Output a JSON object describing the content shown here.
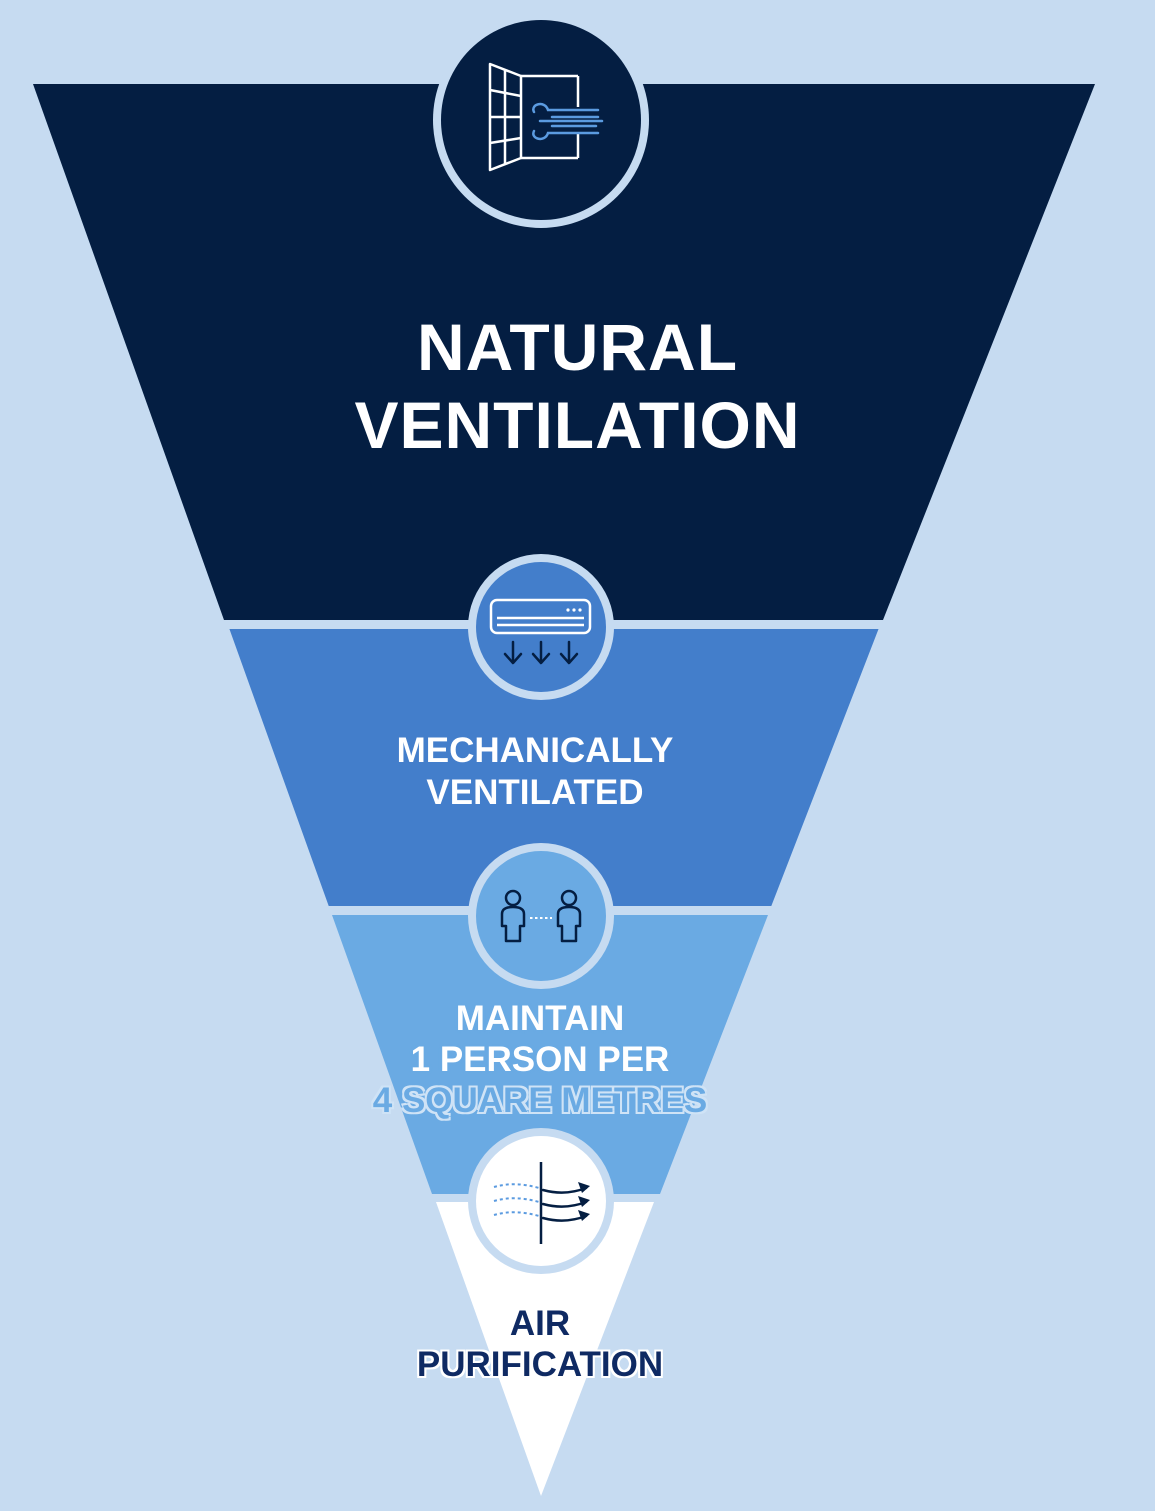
{
  "levels": [
    {
      "label_lines": [
        "NATURAL",
        "VENTILATION"
      ],
      "icon": "open-window-wind-icon",
      "color": "#041e42"
    },
    {
      "label_lines": [
        "MECHANICALLY",
        "VENTILATED"
      ],
      "icon": "air-conditioner-icon",
      "color": "#437ecb"
    },
    {
      "label_lines": [
        "MAINTAIN",
        "1 PERSON PER",
        "4 SQUARE METRES"
      ],
      "icon": "two-people-distance-icon",
      "color": "#6aaae3"
    },
    {
      "label_lines": [
        "AIR",
        "PURIFICATION"
      ],
      "icon": "air-filter-icon",
      "color": "#ffffff"
    }
  ],
  "background_color": "#c6dbf1"
}
